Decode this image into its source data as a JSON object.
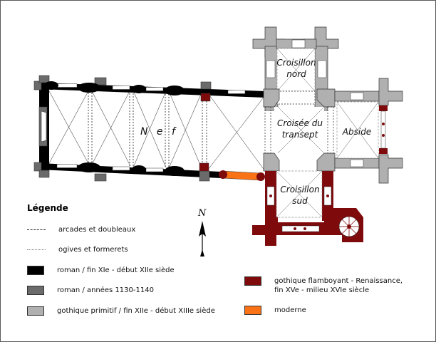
{
  "plan": {
    "rooms": {
      "nef": "N e f",
      "croisillon_nord_1": "Croisillon",
      "croisillon_nord_2": "nord",
      "croisee_1": "Croisée du",
      "croisee_2": "transept",
      "abside": "Abside",
      "croisillon_sud_1": "Croisillon",
      "croisillon_sud_2": "sud"
    },
    "north_arrow": {
      "label": "N",
      "icon": "north-arrow-icon"
    }
  },
  "colors": {
    "roman_xi": "#000000",
    "roman_1130": "#6b6b6b",
    "gothique_primitif": "#b0b0b0",
    "gothique_flamboyant": "#7e0a0c",
    "moderne": "#f97316"
  },
  "legend": {
    "title": "Légende",
    "items": [
      {
        "type": "line-dashed",
        "label": "arcades et doubleaux"
      },
      {
        "type": "line-dotted",
        "label": "ogives et formerets"
      },
      {
        "type": "swatch",
        "color": "#000000",
        "label": "roman / fin XIe - début XIIe siède"
      },
      {
        "type": "swatch",
        "color": "#6b6b6b",
        "label": "roman / années 1130-1140"
      },
      {
        "type": "swatch",
        "color": "#b0b0b0",
        "label": "gothique primitif / fin XIIe - début XIIIe siède"
      },
      {
        "type": "swatch",
        "color": "#7e0a0c",
        "label": "gothique flamboyant - Renaissance,\nfin XVe - milieu XVIe siècle"
      },
      {
        "type": "swatch",
        "color": "#f97316",
        "label": "moderne"
      }
    ]
  }
}
